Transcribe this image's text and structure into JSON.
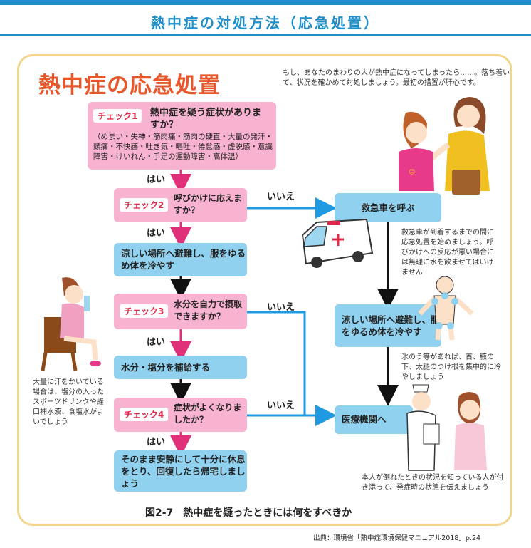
{
  "header": {
    "title": "熱中症の対処方法（応急処置）"
  },
  "main": {
    "title": "熱中症の応急処置",
    "intro": "もし、あなたのまわりの人が熱中症になってしまったら……。落ち着いて、状況を確かめて対処しましょう。最初の措置が肝心です。"
  },
  "flow": {
    "check1": {
      "badge": "チェック1",
      "question": "熱中症を疑う症状がありますか？",
      "detail": "（めまい・失神・筋肉痛・筋肉の硬直・大量の発汗・頭痛・不快感・吐き気・嘔吐・倦怠感・虚脱感・意識障害・けいれん・手足の運動障害・高体温）"
    },
    "check2": {
      "badge": "チェック2",
      "question": "呼びかけに応えますか？"
    },
    "cool": "涼しい場所へ避難し、服をゆるめ体を冷やす",
    "check3": {
      "badge": "チェック3",
      "question": "水分を自力で摂取できますか？"
    },
    "hydrate": "水分・塩分を補給する",
    "check4": {
      "badge": "チェック4",
      "question": "症状がよくなりましたか？"
    },
    "rest": "そのまま安静にして十分に休息をとり、回復したら帰宅しましょう",
    "ambulance": "救急車を呼ぶ",
    "cool_right": "涼しい場所へ避難し、服をゆるめ体を冷やす",
    "hospital": "医療機関へ",
    "yes_label": "はい",
    "no_label": "いいえ"
  },
  "notes": {
    "ambulance_note": "救急車が到着するまでの間に応急処置を始めましょう。呼びかけへの反応が悪い場合には無理に水を飲ませてはいけません",
    "ice_note": "氷のう等があれば、首、腋の下、太腿のつけ根を集中的に冷やしましょう",
    "sweat_note": "大量に汗をかいている場合は、塩分の入ったスポーツドリンクや経口補水液、食塩水がよいでしょう",
    "hospital_note": "本人が倒れたときの状況を知っている人が付き添って、発症時の状態を伝えましょう"
  },
  "caption": "図2-7　熱中症を疑ったときには何をすべきか",
  "source": "出典：環境省「熱中症環境保健マニュアル2018」p.24",
  "colors": {
    "accent_blue": "#1f8ec9",
    "title_orange": "#e8562a",
    "box_pink": "#f7b3cf",
    "box_blue": "#8fd1ef",
    "arrow_magenta": "#e0307a",
    "arrow_blue": "#1f9ae0"
  }
}
